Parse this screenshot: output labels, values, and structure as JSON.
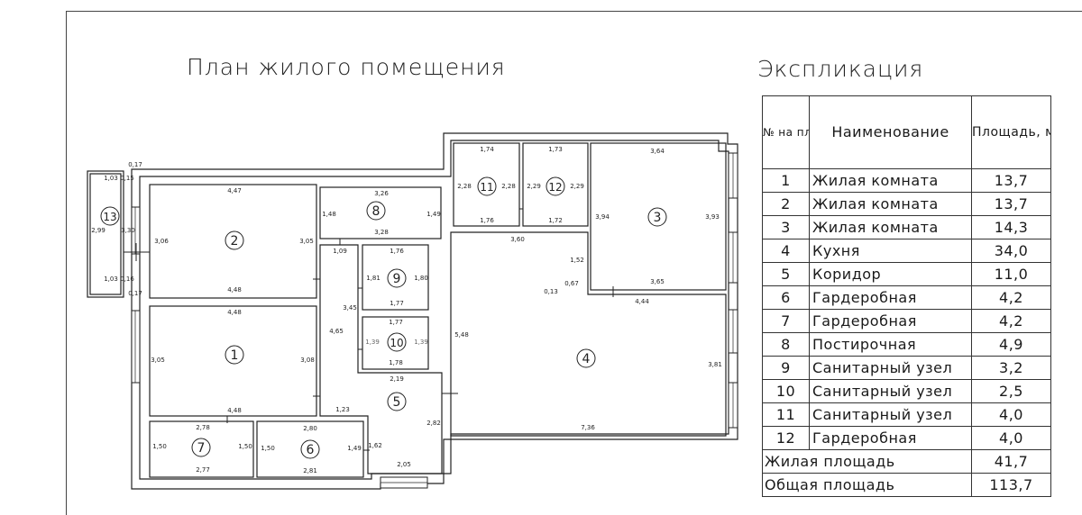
{
  "plan_title": "План жилого помещения",
  "explication_title": "Экспликация",
  "table": {
    "header": {
      "number": "№ на плане",
      "name": "Наименование",
      "area": "Площадь, м.кв"
    },
    "rows": [
      {
        "no": "1",
        "name": "Жилая комната",
        "area": "13,7"
      },
      {
        "no": "2",
        "name": "Жилая комната",
        "area": "13,7"
      },
      {
        "no": "3",
        "name": "Жилая комната",
        "area": "14,3"
      },
      {
        "no": "4",
        "name": "Кухня",
        "area": "34,0"
      },
      {
        "no": "5",
        "name": "Коридор",
        "area": "11,0"
      },
      {
        "no": "6",
        "name": "Гардеробная",
        "area": "4,2"
      },
      {
        "no": "7",
        "name": "Гардеробная",
        "area": "4,2"
      },
      {
        "no": "8",
        "name": "Постирочная",
        "area": "4,9"
      },
      {
        "no": "9",
        "name": "Санитарный узел",
        "area": "3,2"
      },
      {
        "no": "10",
        "name": "Санитарный узел",
        "area": "2,5"
      },
      {
        "no": "11",
        "name": "Санитарный узел",
        "area": "4,0"
      },
      {
        "no": "12",
        "name": "Гардеробная",
        "area": "4,0"
      }
    ],
    "totals": [
      {
        "label": "Жилая площадь",
        "value": "41,7"
      },
      {
        "label": "Общая площадь",
        "value": "113,7"
      }
    ]
  },
  "rooms": [
    {
      "no": "1",
      "dims": [
        "4,48",
        "3,08",
        "4,48",
        "3,05"
      ]
    },
    {
      "no": "2",
      "dims": [
        "4,47",
        "3,05",
        "4,48",
        "3,06"
      ]
    },
    {
      "no": "3",
      "dims": [
        "3,64",
        "3,93",
        "3,65",
        "3,94"
      ]
    },
    {
      "no": "4",
      "dims": [
        "3,60",
        "1,52",
        "0,67",
        "0,13",
        "4,44",
        "3,81",
        "7,36",
        "5,48"
      ]
    },
    {
      "no": "5",
      "dims": [
        "2,19",
        "2,82",
        "2,05",
        "1,62",
        "1,23",
        "4,65",
        "1,09",
        "3,45"
      ]
    },
    {
      "no": "6",
      "dims": [
        "2,80",
        "1,49",
        "2,81",
        "1,50"
      ]
    },
    {
      "no": "7",
      "dims": [
        "2,78",
        "1,50",
        "2,77",
        "1,50"
      ]
    },
    {
      "no": "8",
      "dims": [
        "3,26",
        "1,49",
        "3,28",
        "1,48"
      ]
    },
    {
      "no": "9",
      "dims": [
        "1,76",
        "1,80",
        "1,77",
        "1,81"
      ]
    },
    {
      "no": "10",
      "dims": [
        "1,77",
        "1,39",
        "1,78",
        "1,39"
      ]
    },
    {
      "no": "11",
      "dims": [
        "1,74",
        "2,28",
        "1,76",
        "2,28"
      ]
    },
    {
      "no": "12",
      "dims": [
        "1,73",
        "2,29",
        "1,72",
        "2,29"
      ]
    },
    {
      "no": "13",
      "dims": [
        "1,03",
        "0,17",
        "0,15",
        "3,30",
        "1,03",
        "0,16",
        "0,17",
        "2,99"
      ]
    }
  ]
}
